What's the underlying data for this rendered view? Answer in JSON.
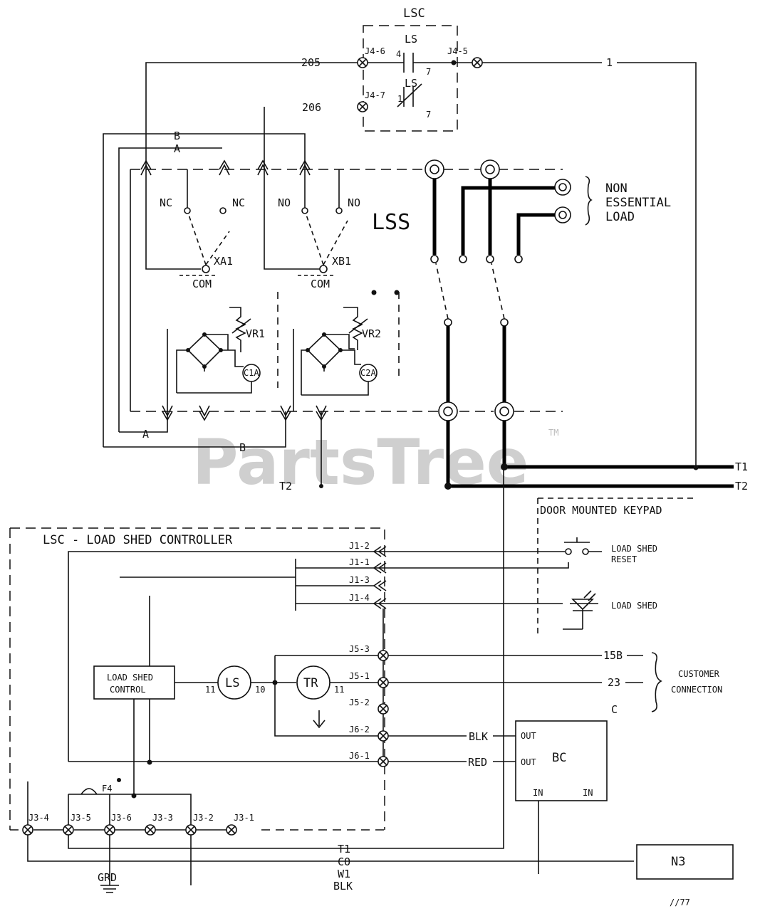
{
  "lsc_top": {
    "title": "LSC",
    "contact_no_label": "LS",
    "contact_nc_label": "LS",
    "pin_4": "4",
    "pin_7a": "7",
    "pin_1": "1",
    "pin_7b": "7",
    "term_j4_6": "J4-6",
    "term_j4_5": "J4-5",
    "term_j4_7": "J4-7",
    "wire_205": "205",
    "wire_206": "206",
    "wire_1": "1"
  },
  "relays": {
    "xa1": {
      "name": "XA1",
      "nc1": "NC",
      "nc2": "NC",
      "com": "COM"
    },
    "xb1": {
      "name": "XB1",
      "no1": "NO",
      "no2": "NO",
      "com": "COM"
    },
    "wire_a": "A",
    "wire_b": "B",
    "wire_a_bottom": "A",
    "wire_b_bottom": "B",
    "wire_t2_small": "T2"
  },
  "rectifiers": {
    "vr1": "VR1",
    "vr2": "VR2",
    "c1a": "C1A",
    "c2a": "C2A"
  },
  "lss": {
    "label": "LSS",
    "load_line1": "NON",
    "load_line2": "ESSENTIAL",
    "load_line3": "LOAD",
    "t1": "T1",
    "t2": "T2"
  },
  "watermark": {
    "text": "PartsTree",
    "tm": "TM"
  },
  "controller": {
    "title": "LSC - LOAD SHED CONTROLLER",
    "j1_2": "J1-2",
    "j1_1": "J1-1",
    "j1_3": "J1-3",
    "j1_4": "J1-4",
    "j5_3": "J5-3",
    "j5_1": "J5-1",
    "j5_2": "J5-2",
    "j6_2": "J6-2",
    "j6_1": "J6-1",
    "block_line1": "LOAD SHED",
    "block_line2": "CONTROL",
    "ls_coil": "LS",
    "tr_coil": "TR",
    "pin_11a": "11",
    "pin_10": "10",
    "pin_11b": "11",
    "fuse": "F4"
  },
  "keypad": {
    "title": "DOOR MOUNTED KEYPAD",
    "reset_line1": "LOAD SHED",
    "reset_line2": "RESET",
    "led_label": "LOAD SHED"
  },
  "customer": {
    "wire_15b": "15B",
    "wire_23": "23",
    "wire_c": "C",
    "label_line1": "CUSTOMER",
    "label_line2": "CONNECTION"
  },
  "bc": {
    "name": "BC",
    "out1": "OUT",
    "out2": "OUT",
    "in1": "IN",
    "in2": "IN",
    "wire_blk": "BLK",
    "wire_red": "RED"
  },
  "bottom": {
    "j3_4": "J3-4",
    "j3_5": "J3-5",
    "j3_6": "J3-6",
    "j3_3": "J3-3",
    "j3_2": "J3-2",
    "j3_1": "J3-1",
    "grd": "GRD",
    "t1": "T1",
    "co": "CO",
    "wi": "W1",
    "blk": "BLK",
    "n3": "N3",
    "page_code": "//77"
  }
}
